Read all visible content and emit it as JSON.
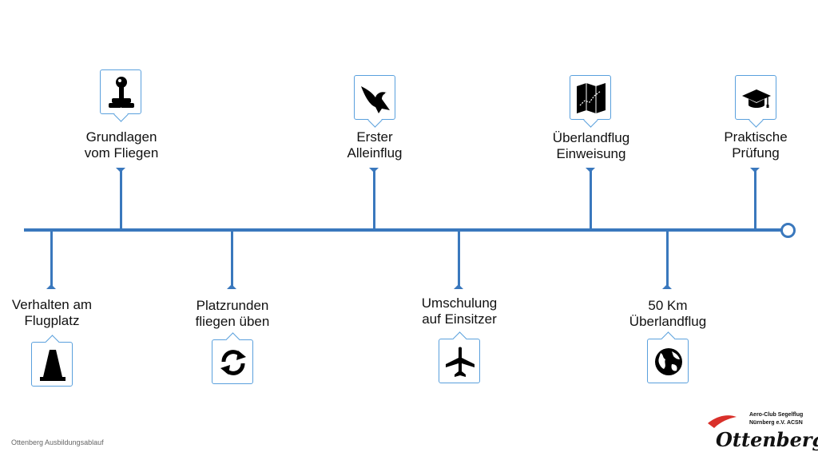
{
  "milestones_top": [
    {
      "label_line1": "Grundlagen",
      "label_line2": "vom Fliegen",
      "icon": "joystick-icon"
    },
    {
      "label_line1": "Erster",
      "label_line2": "Alleinflug",
      "icon": "eagle-icon"
    },
    {
      "label_line1": "Überlandflug",
      "label_line2": "Einweisung",
      "icon": "map-icon"
    },
    {
      "label_line1": "Praktische",
      "label_line2": "Prüfung",
      "icon": "graduation-cap-icon"
    }
  ],
  "milestones_bottom": [
    {
      "label_line1": "Verhalten am",
      "label_line2": "Flugplatz",
      "icon": "traffic-cone-icon"
    },
    {
      "label_line1": "Platzrunden",
      "label_line2": "fliegen üben",
      "icon": "circular-arrows-icon"
    },
    {
      "label_line1": "Umschulung",
      "label_line2": "auf Einsitzer",
      "icon": "airplane-icon"
    },
    {
      "label_line1": "50 Km",
      "label_line2": "Überlandflug",
      "icon": "globe-icon"
    }
  ],
  "footer": {
    "caption": "Ottenberg Ausbildungsablauf"
  },
  "logo": {
    "line1": "Aero-Club Segelflug",
    "line2": "Nürnberg e.V. ACSN",
    "wordmark": "Ottenberg"
  },
  "colors": {
    "timeline": "#3a78bd",
    "icon_border": "#5aa0dd",
    "logo_accent": "#d9302a"
  }
}
